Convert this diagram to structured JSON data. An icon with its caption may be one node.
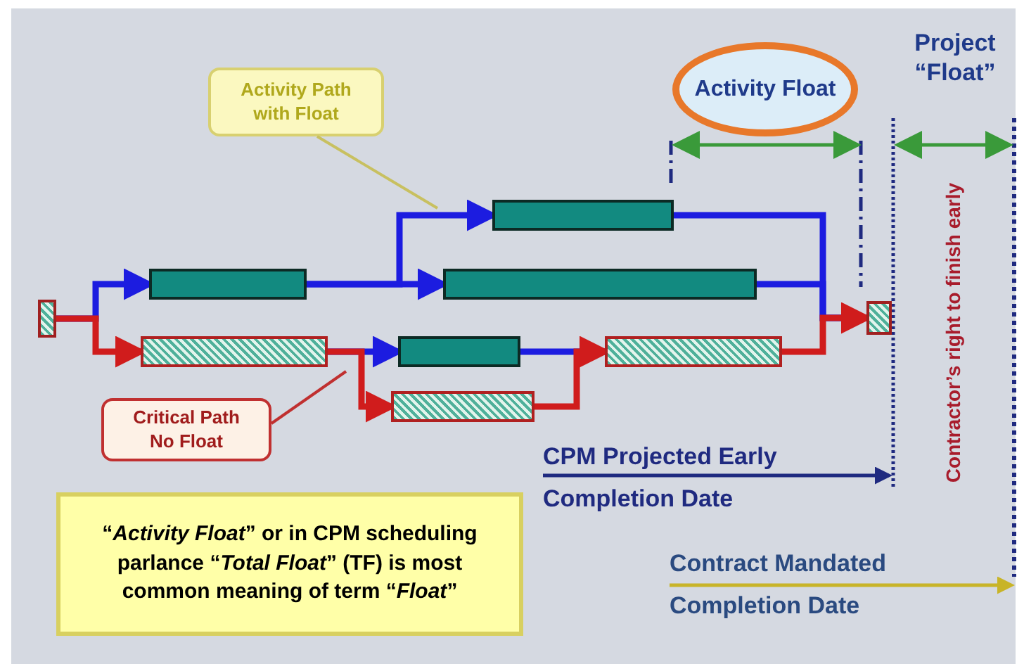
{
  "diagram": {
    "nodes": [
      {
        "text": [],
        "shape": "box"
      },
      {
        "text": [],
        "shape": "bar"
      },
      {
        "text": [],
        "shape": "bar"
      },
      {
        "text": [],
        "shape": "bar"
      },
      {
        "text": [],
        "shape": "bar"
      },
      {
        "text": [],
        "shape": "bar"
      },
      {
        "text": [],
        "shape": "bar"
      },
      {
        "text": [],
        "shape": "bar"
      },
      {
        "text": [],
        "shape": "box"
      },
      {
        "text": [
          "Activity Path with Float"
        ]
      },
      {
        "text": [
          "Critical Path No Float"
        ]
      },
      {
        "text": [
          "Activity Float"
        ]
      },
      {
        "text": [
          "“*Activity Float*” or in CPM scheduling parlance “*Total Float*” (TF) is most common meaning of term “*Float*”"
        ]
      },
      {
        "text": [
          "CPM Projected Early Completion Date"
        ]
      },
      {
        "text": [
          "Contract Mandated Completion Date"
        ]
      }
    ],
    "edges": [
      {
        "from": 0,
        "to": 1,
        "arrow": "to"
      },
      {
        "from": 1,
        "to": 2,
        "arrow": "to"
      },
      {
        "from": 1,
        "to": 3,
        "arrow": "to"
      },
      {
        "from": 2,
        "to": 8,
        "arrow": "none"
      },
      {
        "from": 3,
        "to": 8,
        "arrow": "none"
      },
      {
        "from": 4,
        "to": 5,
        "arrow": "to"
      },
      {
        "from": 5,
        "to": 7,
        "arrow": "none"
      },
      {
        "from": 0,
        "to": 4,
        "arrow": "to",
        "color": "#d01c1c"
      },
      {
        "from": 4,
        "to": 6,
        "arrow": "to",
        "color": "#d01c1c"
      },
      {
        "from": 6,
        "to": 7,
        "arrow": "to",
        "color": "#d01c1c"
      },
      {
        "from": 7,
        "to": 8,
        "arrow": "to",
        "color": "#d01c1c"
      },
      {
        "from": 9,
        "to": null,
        "arrow": "none",
        "color": "#c8c060"
      },
      {
        "from": 10,
        "to": null,
        "arrow": "none",
        "color": "#c03030"
      },
      {
        "from": 13,
        "to": null,
        "arrow": "to",
        "color": "#1f2a80"
      },
      {
        "from": 14,
        "to": null,
        "arrow": "to",
        "color": "#c8b428"
      }
    ],
    "labels": [
      "Project “Float”",
      "Contractor’s right to finish early"
    ]
  }
}
